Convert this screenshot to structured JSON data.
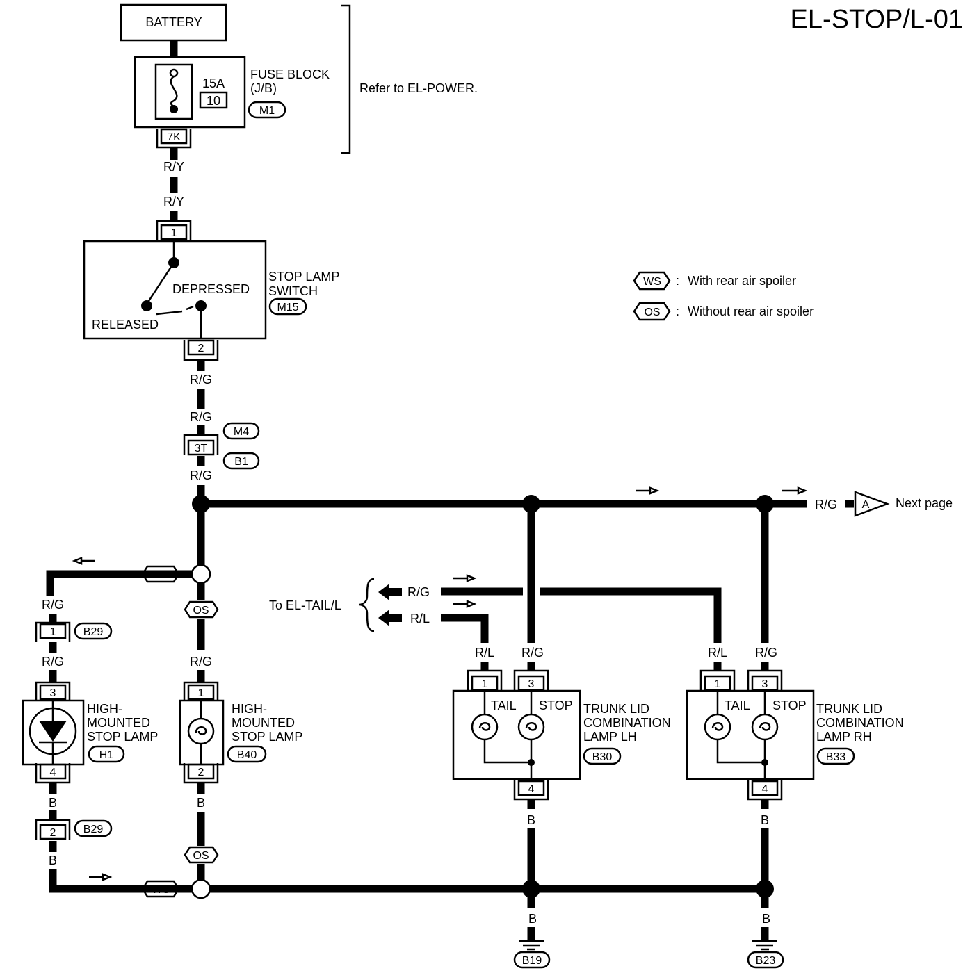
{
  "title": "EL-STOP/L-01",
  "refer_note": "Refer to EL-POWER.",
  "legend": [
    {
      "code": "WS",
      "text": "With rear air spoiler"
    },
    {
      "code": "OS",
      "text": "Without rear air spoiler"
    }
  ],
  "next_page": {
    "text": "Next page",
    "connector": "A",
    "wire": "R/G"
  },
  "to_tail": {
    "text": "To EL-TAIL/L",
    "wires": [
      "R/G",
      "R/L"
    ]
  },
  "components": {
    "battery": {
      "name": "BATTERY"
    },
    "fuse_block": {
      "lines": [
        "FUSE BLOCK",
        "(J/B)"
      ],
      "rating": "15A",
      "fuse_no": "10",
      "connector": "M1",
      "terminal": "7K"
    },
    "stop_lamp_switch": {
      "lines": [
        "STOP LAMP",
        "SWITCH"
      ],
      "connector": "M15",
      "term_in": "1",
      "term_out": "2",
      "depressed": "DEPRESSED",
      "released": "RELEASED"
    },
    "joint": {
      "terminal": "3T",
      "conn_a": "M4",
      "conn_b": "B1"
    },
    "hm_ws": {
      "lines": [
        "HIGH-",
        "MOUNTED",
        "STOP LAMP"
      ],
      "connector": "H1",
      "term_top": "3",
      "term_bot": "4",
      "inline": "B29",
      "inline_top": "1",
      "inline_bot": "2"
    },
    "hm_os": {
      "lines": [
        "HIGH-",
        "MOUNTED",
        "STOP LAMP"
      ],
      "connector": "B40",
      "term_top": "1",
      "term_bot": "2"
    },
    "lh": {
      "lines": [
        "TRUNK LID",
        "COMBINATION",
        "LAMP LH"
      ],
      "connector": "B30",
      "tail": "TAIL",
      "stop": "STOP",
      "t1": "1",
      "t3": "3",
      "t4": "4"
    },
    "rh": {
      "lines": [
        "TRUNK LID",
        "COMBINATION",
        "LAMP RH"
      ],
      "connector": "B33",
      "tail": "TAIL",
      "stop": "STOP",
      "t1": "1",
      "t3": "3",
      "t4": "4"
    },
    "grounds": [
      "B19",
      "B23"
    ]
  },
  "wires": {
    "ry": "R/Y",
    "rg": "R/G",
    "rl": "R/L",
    "b": "B",
    "ws": "WS",
    "os": "OS"
  }
}
